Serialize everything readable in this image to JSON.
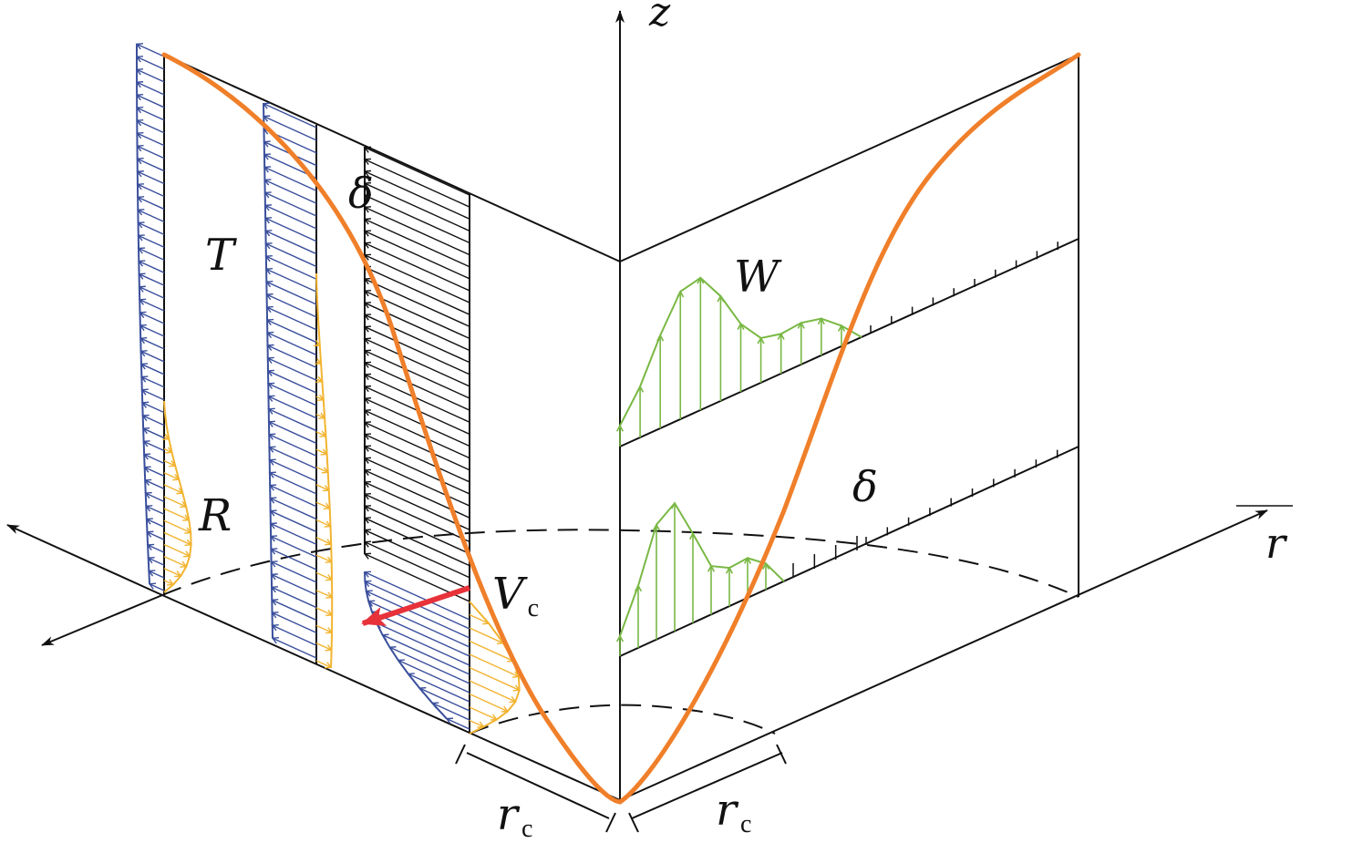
{
  "labels": {
    "z_axis": "z",
    "r_axis": "r",
    "T": "T",
    "R": "R",
    "delta_left": "δ",
    "delta_right": "δ",
    "W": "W",
    "Vc_main": "V",
    "Vc_sub": "c",
    "rc_left_main": "r",
    "rc_left_sub": "c",
    "rc_right_main": "r",
    "rc_right_sub": "c"
  },
  "colors": {
    "line": "#111111",
    "orange_profile": "#f07f2a",
    "blue_vectors": "#3a4f9c",
    "yellow_vectors": "#f2b431",
    "green_vectors": "#79b844",
    "red_arrow": "#e8323a"
  }
}
